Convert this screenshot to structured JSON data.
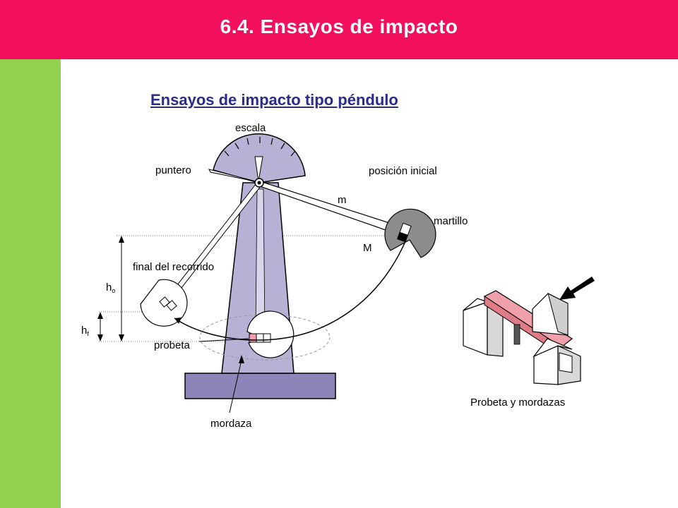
{
  "header": {
    "title": "6.4. Ensayos de impacto"
  },
  "subtitle": "Ensayos de impacto tipo péndulo",
  "labels": {
    "escala": "escala",
    "puntero": "puntero",
    "posicion_inicial": "posición inicial",
    "m": "m",
    "martillo": "martillo",
    "M": "M",
    "final_recorrido": "final del recorrido",
    "h_o_main": "h",
    "h_o_sub": "o",
    "h_f_main": "h",
    "h_f_sub": "f",
    "probeta": "probeta",
    "mordaza": "mordaza",
    "probeta_y_mordazas": "Probeta y mordazas"
  },
  "colors": {
    "header": "#f20f5e",
    "side_band": "#92d050",
    "subtitle": "#2b2b8c",
    "tower": "#b5b2d6",
    "base": "#8c86b8",
    "hammer": "#8c8c8c",
    "specimen": "#f0a0aa"
  }
}
